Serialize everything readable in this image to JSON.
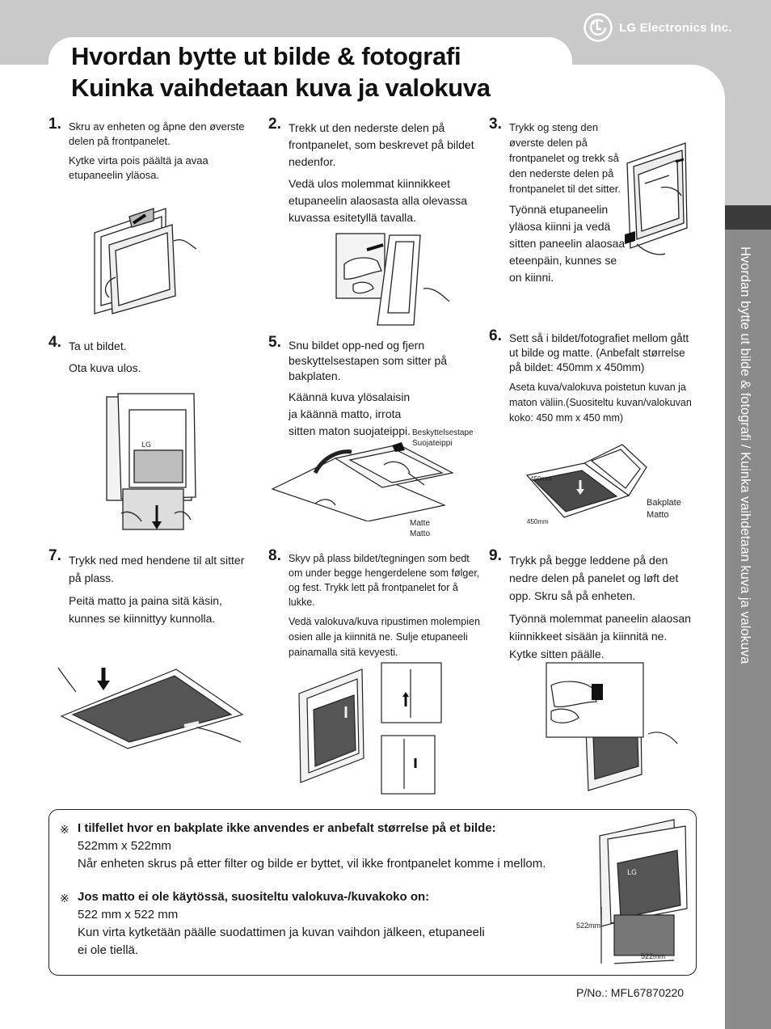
{
  "brand": {
    "name": "LG Electronics Inc.",
    "logo_icon": "lg-logo-icon"
  },
  "title": {
    "line1": "Hvordan bytte ut bilde & fotografi",
    "line2": "Kuinka vaihdetaan kuva ja valokuva"
  },
  "side_tab": {
    "text": "Hvordan bytte ut bilde & fotografi / Kuinka vaihdetaan kuva ja valokuva"
  },
  "steps": [
    {
      "num": "1.",
      "no": "Skru av enheten og åpne den øverste delen på frontpanelet.",
      "fi": "Kytke virta pois päältä ja avaa etupaneelin yläosa."
    },
    {
      "num": "2.",
      "no": "Trekk ut den nederste delen på frontpanelet, som beskrevet på bildet nedenfor.",
      "fi": "Vedä ulos molemmat kiinnikkeet etupaneelin alaosasta alla olevassa kuvassa esitetyllä tavalla."
    },
    {
      "num": "3.",
      "no": "Trykk og steng den øverste delen på frontpanelet og trekk så den nederste delen på frontpanelet til det sitter.",
      "fi": "Työnnä etupaneelin yläosa kiinni ja vedä sitten paneelin alaosaa eteenpäin, kunnes se on kiinni."
    },
    {
      "num": "4.",
      "no": "Ta ut bildet.",
      "fi": "Ota kuva ulos."
    },
    {
      "num": "5.",
      "no": "Snu bildet opp-ned og fjern beskyttelsestapen som sitter på bakplaten.",
      "fi": "Käännä kuva ylösalaisin ja käännä matto, irrota sitten maton suojateippi."
    },
    {
      "num": "6.",
      "no": "Sett så i bildet/fotografiet mellom gått ut bilde og matte. (Anbefalt størrelse på bildet: 450mm x 450mm)",
      "fi": "Aseta kuva/valokuva poistetun kuvan ja maton väliin.(Suositeltu kuvan/valokuvan koko: 450 mm x 450 mm)"
    },
    {
      "num": "7.",
      "no": "Trykk ned med hendene til alt sitter på plass.",
      "fi": "Peitä matto ja paina sitä käsin, kunnes se kiinnittyy kunnolla."
    },
    {
      "num": "8.",
      "no": "Skyv på plass bildet/tegningen som bedt om under begge hengerdelene som følger, og fest. Trykk lett på frontpanelet for å lukke.",
      "fi": "Vedä valokuva/kuva ripustimen molempien osien alle ja kiinnitä ne. Sulje etupaneeli painamalla sitä kevyesti."
    },
    {
      "num": "9.",
      "no": "Trykk på begge leddene på den nedre delen på panelet og løft det opp. Skru så på enheten.",
      "fi": "Työnnä molemmat paneelin alaosan kiinnikkeet sisään ja kiinnitä ne. Kytke sitten päälle."
    }
  ],
  "labels": {
    "tape_no": "Beskyttelsestape",
    "tape_fi": "Suojateippi",
    "mat_no": "Matte",
    "mat_fi": "Matto",
    "backplate_no": "Bakplate",
    "backplate_fi": "Matto",
    "dim_450_a": "450mm",
    "dim_450_b": "450mm",
    "dim_522_a": "522mm",
    "dim_522_b": "522mm"
  },
  "note": {
    "mark": "※",
    "no_heading": "I tilfellet hvor en bakplate ikke anvendes er anbefalt størrelse på et bilde:",
    "no_size": "522mm x 522mm",
    "no_text": "Når enheten skrus på etter filter og bilde er byttet, vil ikke frontpanelet komme i mellom.",
    "fi_heading": "Jos matto ei ole käytössä, suositeltu valokuva-/kuvakoko on:",
    "fi_size": "522 mm x 522 mm",
    "fi_text_1": "Kun virta kytketään päälle suodattimen ja kuvan vaihdon jälkeen, etupaneeli",
    "fi_text_2": "ei ole tiellä."
  },
  "part_number": "P/No.: MFL67870220"
}
